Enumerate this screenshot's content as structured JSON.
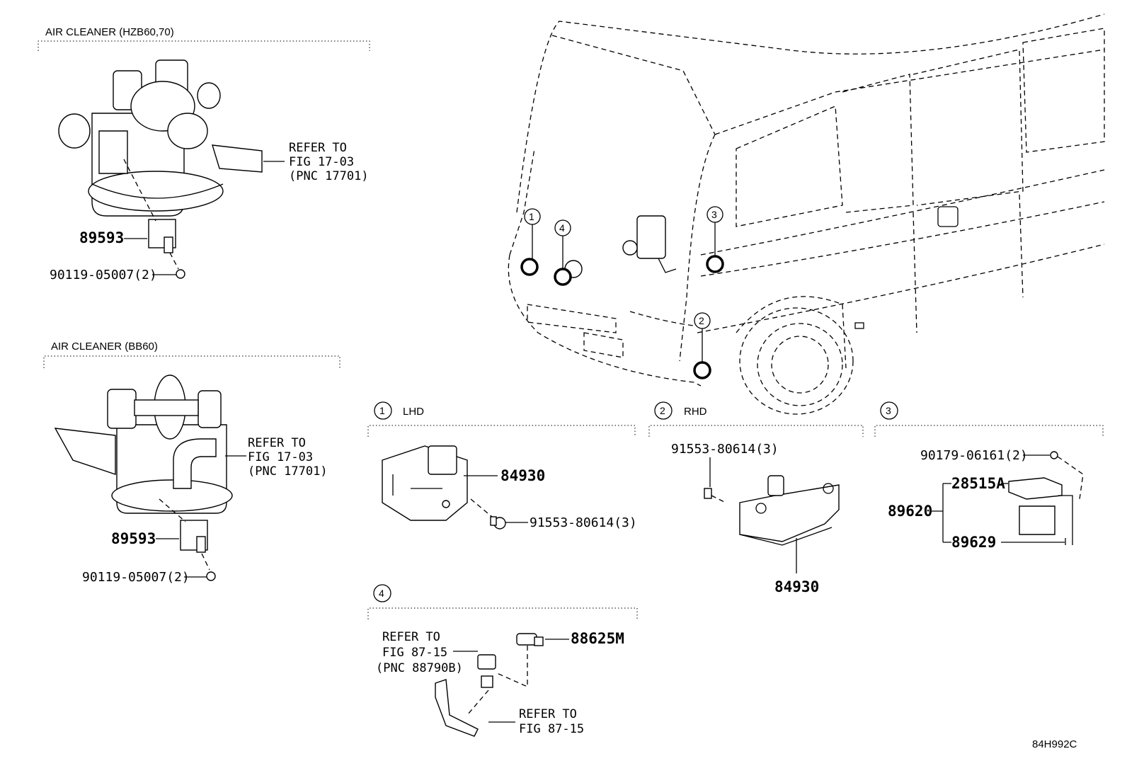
{
  "sections": {
    "air_cleaner_hzb": "AIR CLEANER (HZB60,70)",
    "air_cleaner_bb": "AIR CLEANER (BB60)",
    "view1": {
      "num": "1",
      "label": "LHD"
    },
    "view2": {
      "num": "2",
      "label": "RHD"
    },
    "view3": {
      "num": "3"
    },
    "view4": {
      "num": "4"
    }
  },
  "refer": {
    "fig1703_a": [
      "REFER TO",
      "FIG 17-03",
      "(PNC 17701)"
    ],
    "fig1703_b": [
      "REFER TO",
      "FIG 17-03",
      "(PNC 17701)"
    ],
    "fig8715_pnc": [
      "REFER TO",
      "FIG 87-15",
      "(PNC 88790B)"
    ],
    "fig8715": [
      "REFER TO",
      "FIG 87-15"
    ]
  },
  "parts": {
    "p89593_a": "89593",
    "p90119_a": "90119-05007(2)",
    "p89593_b": "89593",
    "p90119_b": "90119-05007(2)",
    "p84930_lhd": "84930",
    "p91553_lhd": "91553-80614(3)",
    "p91553_rhd": "91553-80614(3)",
    "p84930_rhd": "84930",
    "p90179": "90179-06161(2)",
    "p28515A": "28515A",
    "p89620": "89620",
    "p89629": "89629",
    "p88625M": "88625M"
  },
  "callouts": {
    "c1": "1",
    "c2": "2",
    "c3": "3",
    "c4": "4"
  },
  "diagram_code": "84H992C"
}
